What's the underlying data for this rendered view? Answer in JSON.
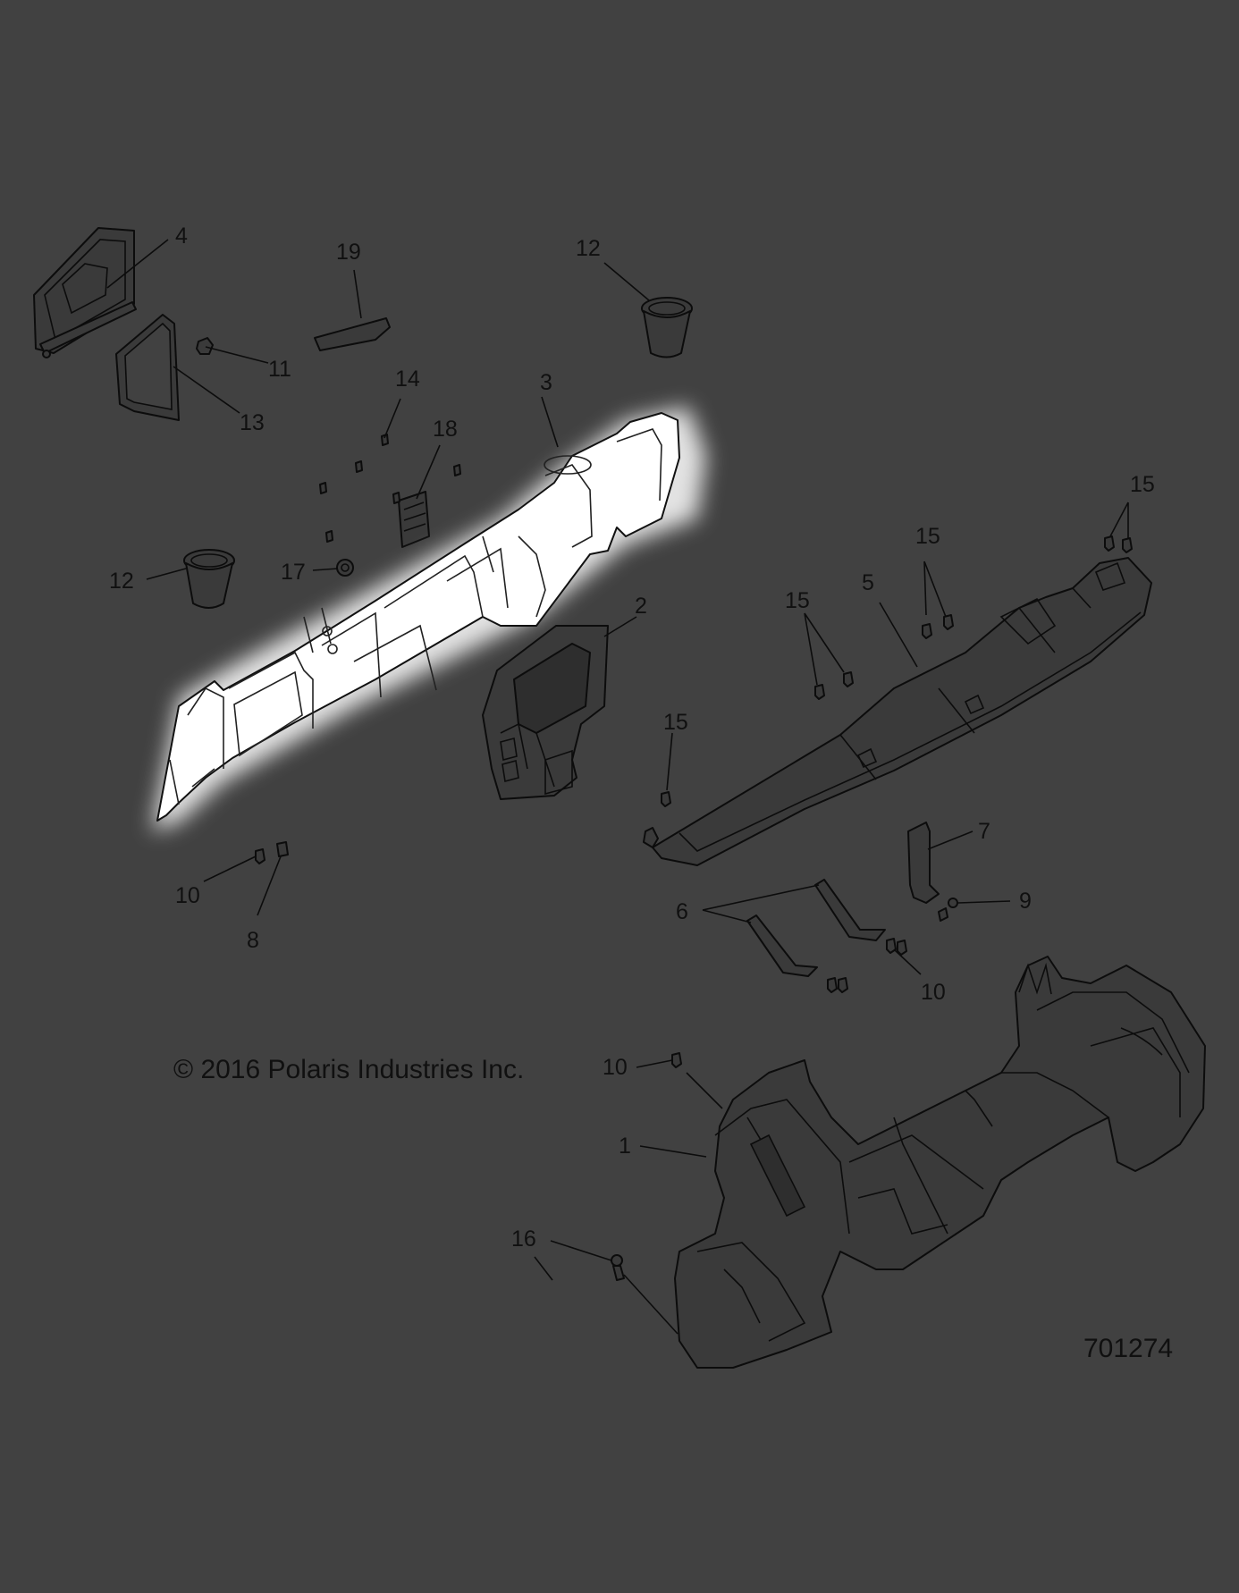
{
  "diagram": {
    "copyright": "© 2016 Polaris Industries Inc.",
    "reference_number": "701274",
    "highlighted_callout": "3",
    "callouts": [
      "4",
      "19",
      "12",
      "11",
      "13",
      "14",
      "3",
      "18",
      "12",
      "17",
      "2",
      "15",
      "15",
      "15",
      "5",
      "15",
      "10",
      "8",
      "7",
      "6",
      "9",
      "10",
      "10",
      "1",
      "16"
    ],
    "colors": {
      "background": "#414141",
      "highlight": "#ffffff",
      "line": "#0c0c0c"
    }
  }
}
